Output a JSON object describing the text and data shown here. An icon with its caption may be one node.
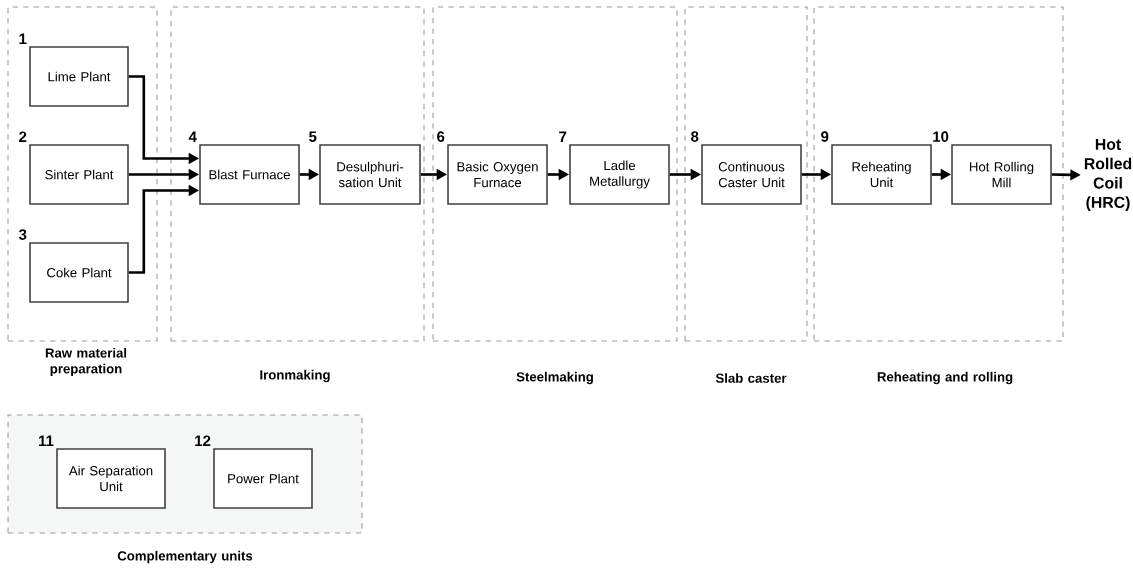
{
  "diagram": {
    "nodes": [
      {
        "text": [
          "Raw material preparation"
        ]
      },
      {
        "text": [
          "Lime Plant"
        ],
        "in": 0,
        "beside": [
          "1"
        ]
      },
      {
        "text": [
          "Sinter Plant"
        ],
        "in": 0,
        "beside": [
          "2"
        ]
      },
      {
        "text": [
          "Coke Plant"
        ],
        "in": 0,
        "beside": [
          "3"
        ]
      },
      {
        "text": [
          "Ironmaking"
        ]
      },
      {
        "text": [
          "Blast Furnace"
        ],
        "in": 4,
        "beside": [
          "4"
        ]
      },
      {
        "text": [
          "Desulphuri-sation Unit"
        ],
        "in": 4,
        "beside": [
          "5"
        ]
      },
      {
        "text": [
          "Steelmaking"
        ]
      },
      {
        "text": [
          "Basic Oxygen Furnace"
        ],
        "in": 7,
        "beside": [
          "6"
        ]
      },
      {
        "text": [
          "Ladle Metallurgy"
        ],
        "in": 7,
        "beside": [
          "7"
        ]
      },
      {
        "text": [
          "Slab caster"
        ]
      },
      {
        "text": [
          "Continuous Caster Unit"
        ],
        "in": 10,
        "beside": [
          "8"
        ]
      },
      {
        "text": [
          "Reheating and rolling"
        ]
      },
      {
        "text": [
          "Reheating Unit"
        ],
        "in": 12,
        "beside": [
          "9"
        ]
      },
      {
        "text": [
          "Hot Rolling Mill"
        ],
        "in": 12,
        "beside": [
          "10"
        ]
      },
      {
        "text": [
          "Hot Rolled Coil (HRC)"
        ]
      },
      {
        "text": [
          "Complementary units"
        ]
      },
      {
        "text": [
          "Air Separation Unit"
        ],
        "in": 16,
        "beside": [
          "11"
        ]
      },
      {
        "text": [
          "Power Plant"
        ],
        "in": 16,
        "beside": [
          "12"
        ]
      }
    ],
    "edges": [
      {
        "from": 1,
        "to": 5,
        "arrow": "to"
      },
      {
        "from": 2,
        "to": 5,
        "arrow": "to"
      },
      {
        "from": 3,
        "to": 5,
        "arrow": "to"
      },
      {
        "from": 5,
        "to": 6,
        "arrow": "to"
      },
      {
        "from": 6,
        "to": 8,
        "arrow": "to"
      },
      {
        "from": 8,
        "to": 9,
        "arrow": "to"
      },
      {
        "from": 9,
        "to": 11,
        "arrow": "to"
      },
      {
        "from": 11,
        "to": 13,
        "arrow": "to"
      },
      {
        "from": 13,
        "to": 14,
        "arrow": "to"
      },
      {
        "from": 14,
        "to": 15,
        "arrow": "to"
      }
    ]
  }
}
